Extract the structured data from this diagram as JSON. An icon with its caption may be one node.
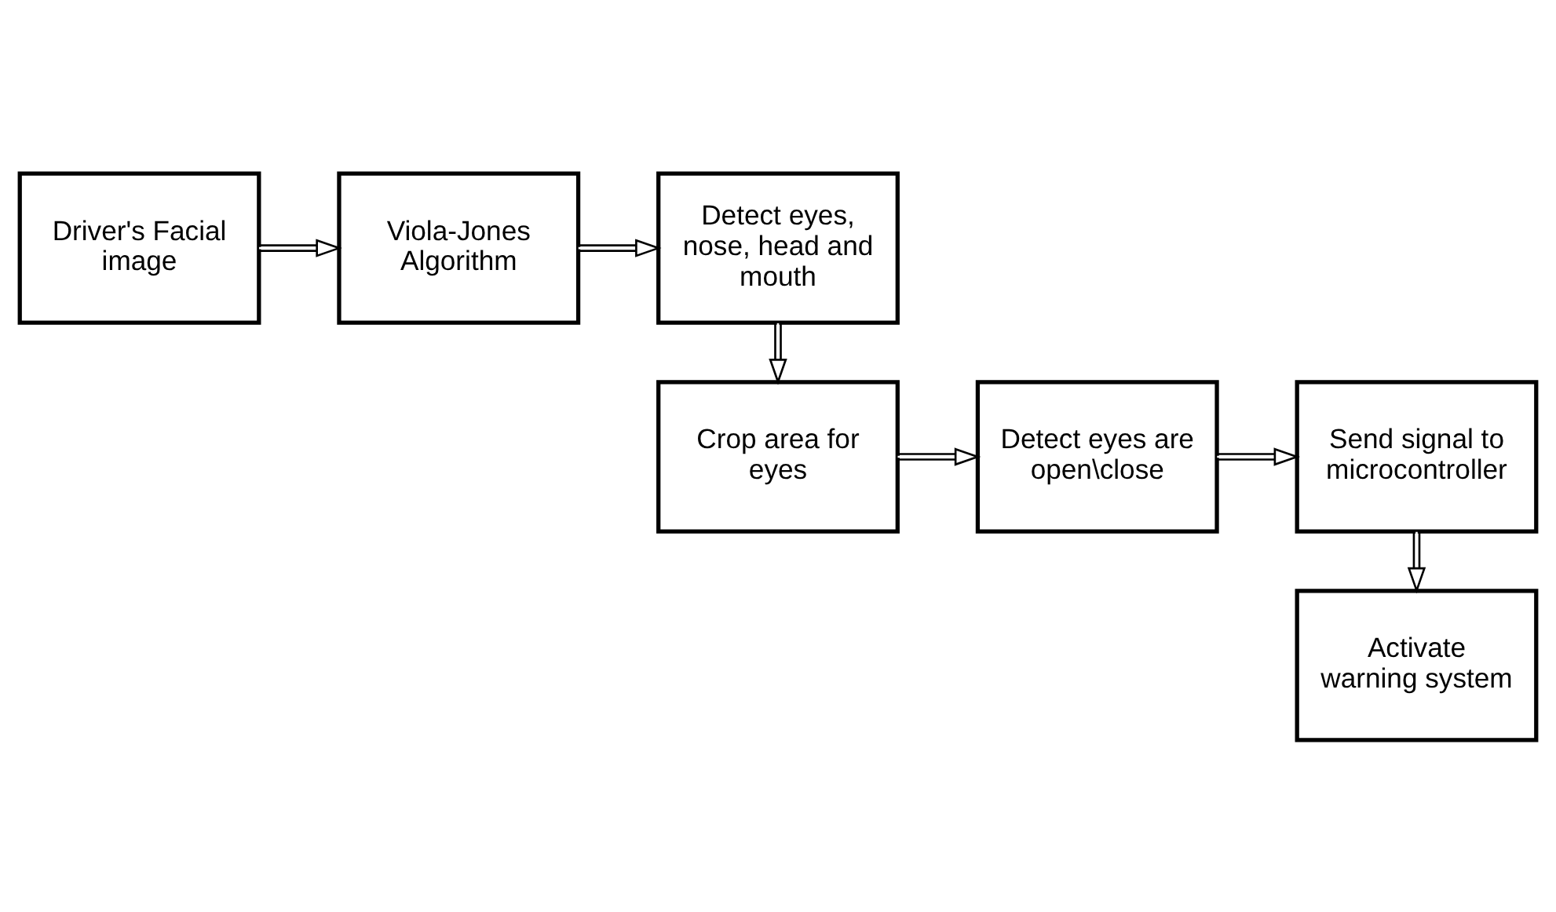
{
  "diagram": {
    "nodes": [
      {
        "text": [
          "Driver's Facial image"
        ]
      },
      {
        "text": [
          "Viola-Jones Algorithm"
        ]
      },
      {
        "text": [
          "Detect eyes, nose, head and mouth"
        ]
      },
      {
        "text": [
          "Crop area for eyes"
        ]
      },
      {
        "text": [
          "Detect eyes are open\\close"
        ]
      },
      {
        "text": [
          "Send signal to microcontroller"
        ]
      },
      {
        "text": [
          "Activate warning system"
        ]
      }
    ],
    "edges": [
      {
        "from": 0,
        "to": 1,
        "arrow": "to"
      },
      {
        "from": 1,
        "to": 2,
        "arrow": "to"
      },
      {
        "from": 2,
        "to": 3,
        "arrow": "to"
      },
      {
        "from": 3,
        "to": 4,
        "arrow": "to"
      },
      {
        "from": 4,
        "to": 5,
        "arrow": "to"
      },
      {
        "from": 5,
        "to": 6,
        "arrow": "to"
      }
    ]
  }
}
